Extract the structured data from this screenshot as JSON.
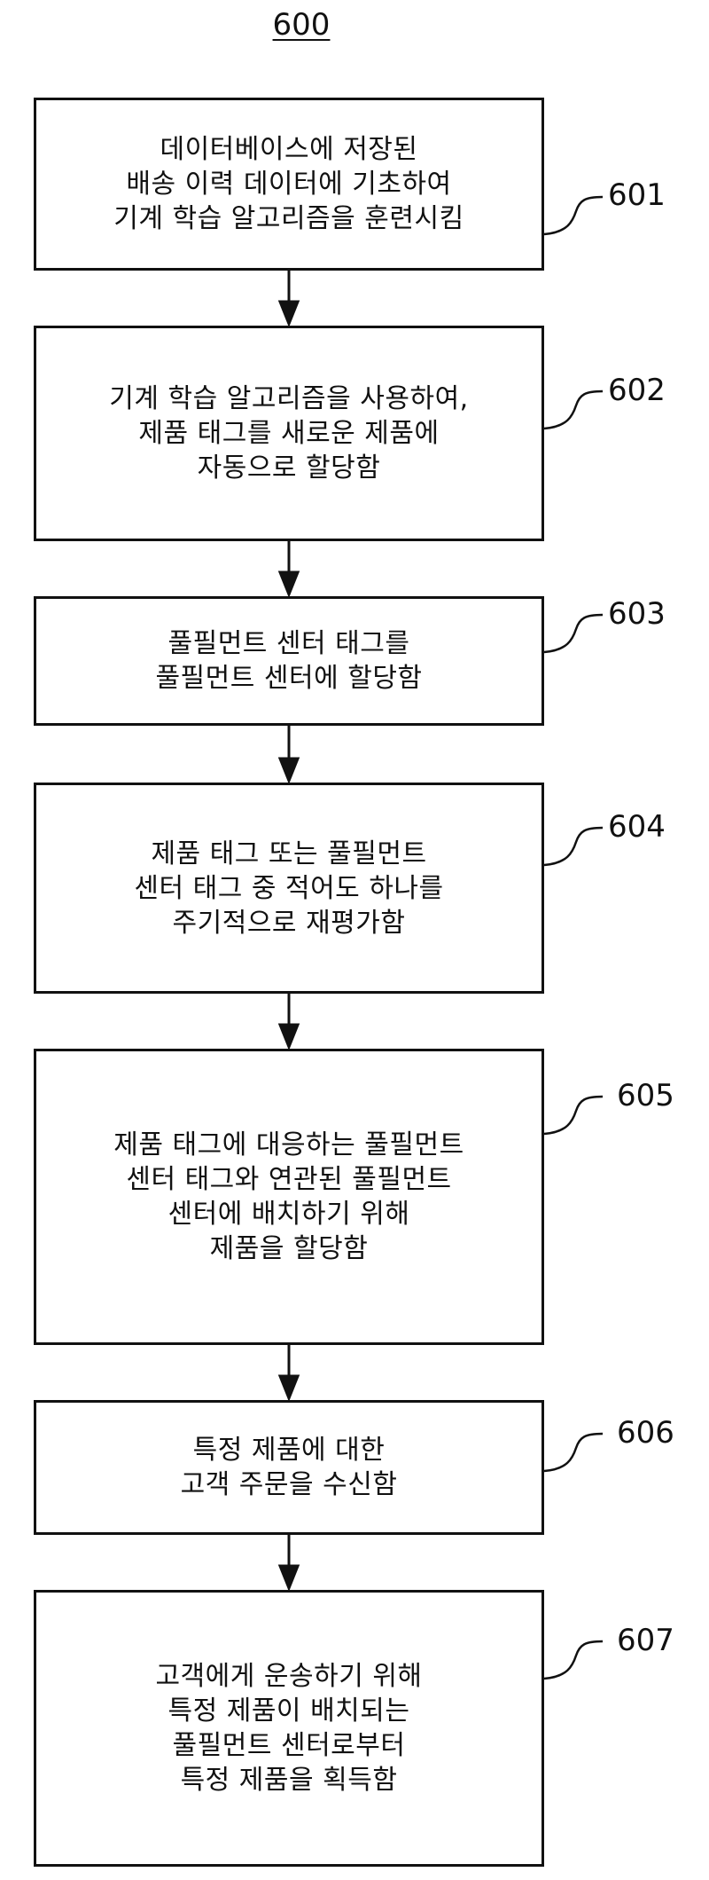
{
  "figure": {
    "number": "600"
  },
  "steps": [
    {
      "ref": "601",
      "lines": [
        "데이터베이스에 저장된",
        "배송 이력 데이터에 기초하여",
        "기계 학습 알고리즘을 훈련시킴"
      ]
    },
    {
      "ref": "602",
      "lines": [
        "기계 학습 알고리즘을 사용하여,",
        "제품 태그를 새로운 제품에",
        "자동으로 할당함"
      ]
    },
    {
      "ref": "603",
      "lines": [
        "풀필먼트 센터 태그를",
        "풀필먼트 센터에 할당함"
      ]
    },
    {
      "ref": "604",
      "lines": [
        "제품 태그 또는 풀필먼트",
        "센터 태그 중 적어도 하나를",
        "주기적으로 재평가함"
      ]
    },
    {
      "ref": "605",
      "lines": [
        "제품 태그에 대응하는 풀필먼트",
        "센터 태그와 연관된 풀필먼트",
        "센터에 배치하기 위해",
        "제품을 할당함"
      ]
    },
    {
      "ref": "606",
      "lines": [
        "특정 제품에 대한",
        "고객 주문을 수신함"
      ]
    },
    {
      "ref": "607",
      "lines": [
        "고객에게 운송하기 위해",
        "특정 제품이 배치되는",
        "풀필먼트 센터로부터",
        "특정 제품을 획득함"
      ]
    }
  ]
}
